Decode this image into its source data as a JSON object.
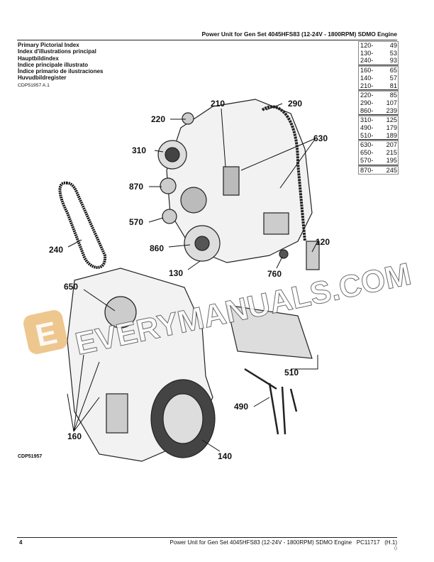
{
  "header": {
    "title": "Power Unit for Gen Set 4045HFS83 (12-24V - 1800RPM) SDMO Engine"
  },
  "index_titles": [
    "Primary Pictorial Index",
    "Index d'illustrations principal",
    "Hauptbildindex",
    "Indice principale illustrato",
    "Índice primario de ilustraciones",
    "Huvudbildregister"
  ],
  "figure_ref": "CDP51957 A.1",
  "reference_table": [
    [
      {
        "ref": "120-",
        "page": "49"
      },
      {
        "ref": "130-",
        "page": "53"
      },
      {
        "ref": "240-",
        "page": "93"
      }
    ],
    [
      {
        "ref": "160-",
        "page": "65"
      },
      {
        "ref": "140-",
        "page": "57"
      },
      {
        "ref": "210-",
        "page": "81"
      }
    ],
    [
      {
        "ref": "220-",
        "page": "85"
      },
      {
        "ref": "290-",
        "page": "107"
      },
      {
        "ref": "860-",
        "page": "239"
      }
    ],
    [
      {
        "ref": "310-",
        "page": "125"
      },
      {
        "ref": "490-",
        "page": "179"
      },
      {
        "ref": "510-",
        "page": "189"
      }
    ],
    [
      {
        "ref": "630-",
        "page": "207"
      },
      {
        "ref": "650-",
        "page": "215"
      },
      {
        "ref": "570-",
        "page": "195"
      }
    ],
    [
      {
        "ref": "870-",
        "page": "245"
      }
    ]
  ],
  "callouts": [
    "220",
    "210",
    "290",
    "630",
    "310",
    "870",
    "570",
    "860",
    "240",
    "120",
    "130",
    "760",
    "650",
    "510",
    "490",
    "160",
    "140"
  ],
  "figure_label": "CDP51957",
  "watermark": "EVERYMANUALS.COM",
  "footer": {
    "page_number": "4",
    "text": "Power Unit for Gen Set 4045HFS83 (12-24V - 1800RPM) SDMO Engine   PC11717   (H.1)",
    "sub": "()"
  }
}
